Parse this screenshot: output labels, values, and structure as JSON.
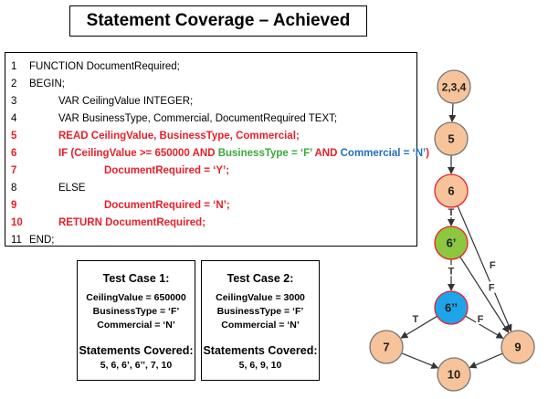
{
  "title": "Statement Coverage – Achieved",
  "colors": {
    "red": "#e8202a",
    "green": "#3aa83a",
    "blue": "#1f6fc0",
    "node_orange": "#f7c39a",
    "node_green": "#8dc63f",
    "node_blue": "#1ea4e8"
  },
  "code": [
    {
      "num": "1",
      "indent": 1,
      "color": "black",
      "segments": [
        {
          "text": "FUNCTION DocumentRequired;",
          "color": "black",
          "bold": false
        }
      ]
    },
    {
      "num": "2",
      "indent": 1,
      "color": "black",
      "segments": [
        {
          "text": "BEGIN;",
          "color": "black",
          "bold": false
        }
      ]
    },
    {
      "num": "3",
      "indent": 2,
      "color": "black",
      "segments": [
        {
          "text": "VAR CeilingValue INTEGER;",
          "color": "black",
          "bold": false
        }
      ]
    },
    {
      "num": "4",
      "indent": 2,
      "color": "black",
      "segments": [
        {
          "text": "VAR BusinessType,  Commercial,  DocumentRequired TEXT;",
          "color": "black",
          "bold": false
        }
      ]
    },
    {
      "num": "5",
      "indent": 2,
      "color": "red",
      "segments": [
        {
          "text": "READ CeilingValue,  BusinessType,  Commercial;",
          "color": "red",
          "bold": true
        }
      ]
    },
    {
      "num": "6",
      "indent": 2,
      "color": "red",
      "segments": [
        {
          "text": "IF (CeilingValue >= 650000 AND ",
          "color": "red",
          "bold": true
        },
        {
          "text": "BusinessType = ‘F’",
          "color": "green",
          "bold": true
        },
        {
          "text": " AND ",
          "color": "red",
          "bold": true
        },
        {
          "text": "Commercial = ‘N’",
          "color": "blue",
          "bold": true
        },
        {
          "text": ")",
          "color": "red",
          "bold": true
        }
      ]
    },
    {
      "num": "7",
      "indent": 3,
      "color": "red",
      "segments": [
        {
          "text": "DocumentRequired = ‘Y’;",
          "color": "red",
          "bold": true
        }
      ]
    },
    {
      "num": "8",
      "indent": 2,
      "color": "black",
      "segments": [
        {
          "text": "ELSE",
          "color": "black",
          "bold": false
        }
      ]
    },
    {
      "num": "9",
      "indent": 3,
      "color": "red",
      "segments": [
        {
          "text": "DocumentRequired = ‘N’;",
          "color": "red",
          "bold": true
        }
      ]
    },
    {
      "num": "10",
      "indent": 2,
      "color": "red",
      "segments": [
        {
          "text": "RETURN DocumentRequired;",
          "color": "red",
          "bold": true
        }
      ]
    },
    {
      "num": "11",
      "indent": 1,
      "color": "black",
      "segments": [
        {
          "text": "END;",
          "color": "black",
          "bold": false
        }
      ]
    }
  ],
  "test_cases": [
    {
      "title": "Test Case 1:",
      "lines": [
        "CeilingValue = 650000",
        "BusinessType = ‘F’",
        "Commercial = ‘N’"
      ],
      "covered_label": "Statements Covered:",
      "covered": "5, 6, 6’, 6’’, 7, 10"
    },
    {
      "title": "Test Case 2:",
      "lines": [
        "CeilingValue = 3000",
        "BusinessType = ‘F’",
        "Commercial = ‘N’"
      ],
      "covered_label": "Statements Covered:",
      "covered": "5, 6, 9, 10"
    }
  ],
  "graph": {
    "nodes": [
      {
        "id": "n234",
        "label": "2,3,4",
        "fill": "node_orange",
        "border": "gray"
      },
      {
        "id": "n5",
        "label": "5",
        "fill": "node_orange",
        "border": "gray"
      },
      {
        "id": "n6",
        "label": "6",
        "fill": "node_orange",
        "border": "red"
      },
      {
        "id": "n6a",
        "label": "6’",
        "fill": "node_green",
        "border": "red"
      },
      {
        "id": "n6b",
        "label": "6’’",
        "fill": "node_blue",
        "border": "red"
      },
      {
        "id": "n7",
        "label": "7",
        "fill": "node_orange",
        "border": "gray"
      },
      {
        "id": "n9",
        "label": "9",
        "fill": "node_orange",
        "border": "gray"
      },
      {
        "id": "n10",
        "label": "10",
        "fill": "node_orange",
        "border": "gray"
      }
    ],
    "edges": [
      {
        "from": "n234",
        "to": "n5",
        "label": ""
      },
      {
        "from": "n5",
        "to": "n6",
        "label": ""
      },
      {
        "from": "n6",
        "to": "n6a",
        "label": "T"
      },
      {
        "from": "n6",
        "to": "n9",
        "label": "F"
      },
      {
        "from": "n6a",
        "to": "n6b",
        "label": "T"
      },
      {
        "from": "n6a",
        "to": "n9",
        "label": "F"
      },
      {
        "from": "n6b",
        "to": "n7",
        "label": "T"
      },
      {
        "from": "n6b",
        "to": "n9",
        "label": "F"
      },
      {
        "from": "n7",
        "to": "n10",
        "label": ""
      },
      {
        "from": "n9",
        "to": "n10",
        "label": ""
      }
    ]
  }
}
